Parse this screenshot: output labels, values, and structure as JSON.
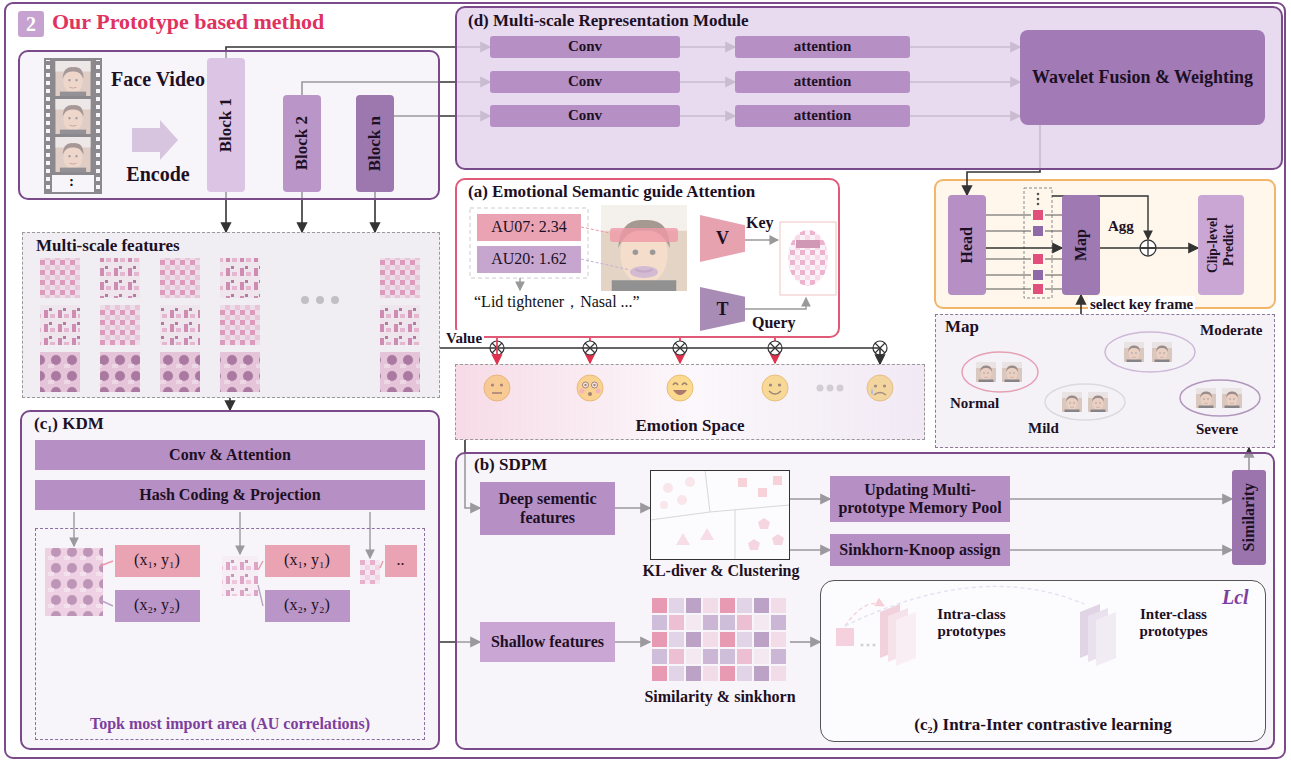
{
  "diagram": {
    "title": "Our Prototype based method",
    "nodes": [
      {
        "text": [
          "2"
        ]
      },
      {
        "text": [
          "Face Video",
          "Encode"
        ]
      },
      {
        "text": [
          "Block 1"
        ],
        "in": 1
      },
      {
        "text": [
          "Block 2"
        ],
        "in": 1
      },
      {
        "text": [
          "Block n"
        ],
        "in": 1
      },
      {
        "text": [
          "Multi-scale features"
        ]
      },
      {
        "text": [
          "(d) Multi-scale Representation Module"
        ]
      },
      {
        "text": [
          "Conv"
        ],
        "in": 6
      },
      {
        "text": [
          "attention"
        ],
        "in": 6
      },
      {
        "text": [
          "Conv"
        ],
        "in": 6
      },
      {
        "text": [
          "attention"
        ],
        "in": 6
      },
      {
        "text": [
          "Conv"
        ],
        "in": 6
      },
      {
        "text": [
          "attention"
        ],
        "in": 6
      },
      {
        "text": [
          "Wavelet Fusion & Weighting"
        ],
        "in": 6
      },
      {
        "text": [
          "(a) Emotional Semantic guide Attention"
        ]
      },
      {
        "text": [
          "AU07: 2.34"
        ],
        "in": 14
      },
      {
        "text": [
          "AU20: 1.62"
        ],
        "in": 14
      },
      {
        "text": [
          "V"
        ],
        "in": 14
      },
      {
        "text": [
          "T"
        ],
        "in": 14
      },
      {
        "text": [
          "Emotion Space"
        ]
      },
      {
        "text": [
          "Head"
        ]
      },
      {
        "text": [
          "Map"
        ]
      },
      {
        "text": [
          "Clip-level Predict"
        ]
      },
      {
        "text": [
          "Map"
        ]
      },
      {
        "text": [
          "(c₁) KDM"
        ]
      },
      {
        "text": [
          "Conv & Attention"
        ],
        "in": 24
      },
      {
        "text": [
          "Hash Coding & Projection"
        ],
        "in": 24
      },
      {
        "text": [
          "Topk most import area (AU correlations)"
        ],
        "in": 24
      },
      {
        "text": [
          "(x₁, y₁)"
        ],
        "in": 27
      },
      {
        "text": [
          "(x₂, y₂)"
        ],
        "in": 27
      },
      {
        "text": [
          "(x₁, y₁)"
        ],
        "in": 27
      },
      {
        "text": [
          "(x₂, y₂)"
        ],
        "in": 27
      },
      {
        "text": [
          ".."
        ],
        "in": 27
      },
      {
        "text": [
          "(b) SDPM"
        ]
      },
      {
        "text": [
          "Deep sementic features"
        ],
        "in": 33
      },
      {
        "text": [
          "KL-diver & Clustering"
        ],
        "in": 33
      },
      {
        "text": [
          "Updating Multi-prototype Memory Pool"
        ],
        "in": 33
      },
      {
        "text": [
          "Sinkhorn-Knoop assign"
        ],
        "in": 33
      },
      {
        "text": [
          "Similarity"
        ],
        "in": 33
      },
      {
        "text": [
          "Shallow features"
        ],
        "in": 33
      },
      {
        "text": [
          "Similarity & sinkhorn"
        ],
        "in": 33
      },
      {
        "text": [
          "(c₂) Intra-Inter contrastive learning"
        ],
        "in": 33
      }
    ],
    "edges": [
      {
        "from": 2,
        "to": 5,
        "arrow": "to"
      },
      {
        "from": 3,
        "to": 5,
        "arrow": "to"
      },
      {
        "from": 4,
        "to": 5,
        "arrow": "to"
      },
      {
        "from": 2,
        "to": 7,
        "arrow": "to"
      },
      {
        "from": 3,
        "to": 9,
        "arrow": "to"
      },
      {
        "from": 4,
        "to": 11,
        "arrow": "to"
      },
      {
        "from": 7,
        "to": 8,
        "arrow": "to"
      },
      {
        "from": 9,
        "to": 10,
        "arrow": "to"
      },
      {
        "from": 11,
        "to": 12,
        "arrow": "to"
      },
      {
        "from": 8,
        "to": 13,
        "arrow": "to"
      },
      {
        "from": 10,
        "to": 13,
        "arrow": "to"
      },
      {
        "from": 12,
        "to": 13,
        "arrow": "to"
      },
      {
        "from": 13,
        "to": 20,
        "arrow": "to"
      },
      {
        "from": 20,
        "to": 21,
        "arrow": "to"
      },
      {
        "from": 21,
        "to": 22,
        "arrow": "to"
      },
      {
        "from": 23,
        "to": 21,
        "label": "select key frame",
        "arrow": "to"
      },
      {
        "from": 5,
        "to": 19,
        "label": "Value",
        "arrow": "to"
      },
      {
        "from": 14,
        "to": 19,
        "arrow": "to"
      },
      {
        "from": 5,
        "to": 24,
        "arrow": "to"
      },
      {
        "from": 24,
        "to": 39,
        "arrow": "to"
      },
      {
        "from": 19,
        "to": 34,
        "arrow": "to"
      },
      {
        "from": 34,
        "to": 35,
        "arrow": "to"
      },
      {
        "from": 35,
        "to": 36,
        "arrow": "to"
      },
      {
        "from": 35,
        "to": 37,
        "arrow": "to"
      },
      {
        "from": 36,
        "to": 38,
        "arrow": "to"
      },
      {
        "from": 37,
        "to": 38,
        "arrow": "to"
      },
      {
        "from": 38,
        "to": 23,
        "arrow": "to"
      },
      {
        "from": 39,
        "to": 40,
        "arrow": "to"
      },
      {
        "from": 40,
        "to": 41,
        "arrow": "to"
      }
    ],
    "labels": [
      ":",
      "“Lid tightener，Nasal ...”",
      "Key",
      "Query",
      "Agg",
      "Normal",
      "Moderate",
      "Mild",
      "Severe",
      "Lcl",
      "Intra-class prototypes",
      "Inter-class prototypes"
    ]
  }
}
